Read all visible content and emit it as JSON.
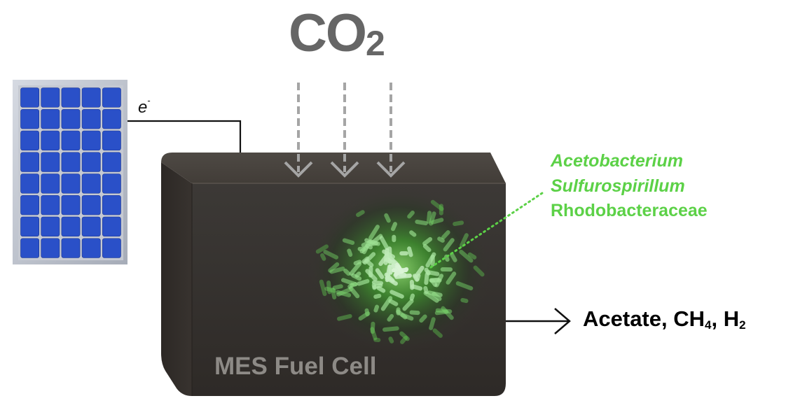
{
  "co2": {
    "base": "CO",
    "sub": "2"
  },
  "electron": {
    "symbol": "e",
    "charge": "-"
  },
  "bacteria": {
    "item1": "Acetobacterium",
    "item2": "Sulfurospirillum",
    "item3": "Rhodobacteraceae"
  },
  "products": {
    "p1": "Acetate, CH",
    "p1_sub": "4",
    "p2": ", H",
    "p2_sub": "2"
  },
  "cell": {
    "label": "MES Fuel Cell"
  },
  "colors": {
    "panel_blue": "#2a50c8",
    "panel_frame": "#b8bdc8",
    "box_dark": "#3b3530",
    "arrow_gray": "#a5a5a5",
    "microbe_green": "#5cd147",
    "label_gray": "#8d8a86"
  }
}
